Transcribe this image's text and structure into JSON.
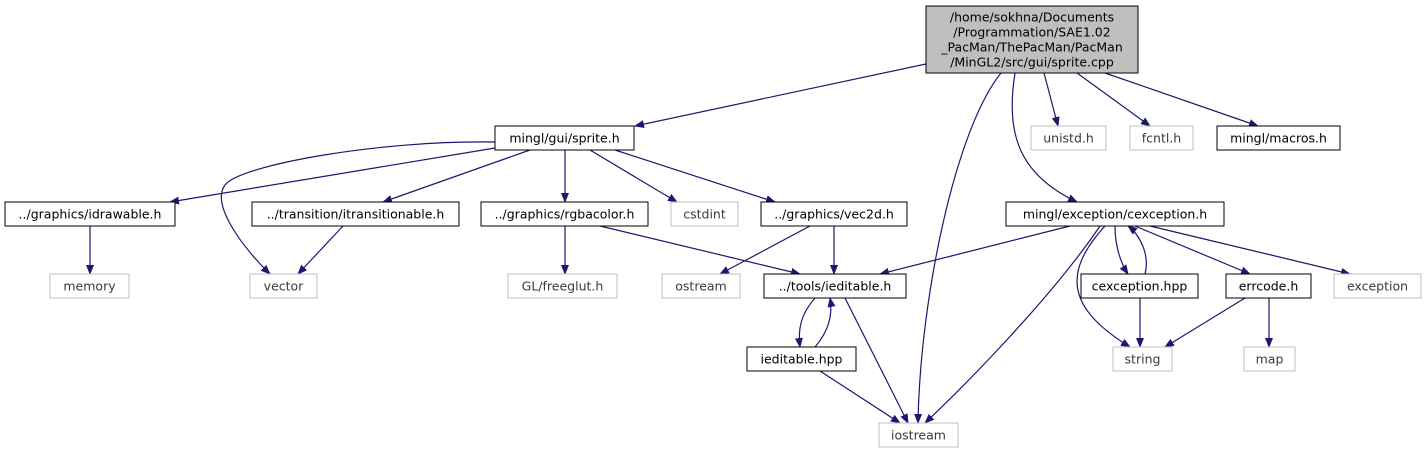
{
  "root": {
    "id": "root",
    "lines": [
      "/home/sokhna/Documents",
      "/Programmation/SAE1.02",
      "_PacMan/ThePacMan/PacMan",
      "/MinGL2/src/gui/sprite.cpp"
    ],
    "kind": "root"
  },
  "nodes": [
    {
      "id": "sprite_h",
      "label": "mingl/gui/sprite.h",
      "kind": "documented"
    },
    {
      "id": "unistd_h",
      "label": "unistd.h",
      "kind": "system"
    },
    {
      "id": "fcntl_h",
      "label": "fcntl.h",
      "kind": "system"
    },
    {
      "id": "macros_h",
      "label": "mingl/macros.h",
      "kind": "documented"
    },
    {
      "id": "idrawable_h",
      "label": "../graphics/idrawable.h",
      "kind": "documented"
    },
    {
      "id": "itransitionable_h",
      "label": "../transition/itransitionable.h",
      "kind": "documented"
    },
    {
      "id": "rgbacolor_h",
      "label": "../graphics/rgbacolor.h",
      "kind": "documented"
    },
    {
      "id": "cstdint",
      "label": "cstdint",
      "kind": "system"
    },
    {
      "id": "vec2d_h",
      "label": "../graphics/vec2d.h",
      "kind": "documented"
    },
    {
      "id": "cexception_h",
      "label": "mingl/exception/cexception.h",
      "kind": "documented"
    },
    {
      "id": "memory",
      "label": "memory",
      "kind": "system"
    },
    {
      "id": "vector",
      "label": "vector",
      "kind": "system"
    },
    {
      "id": "freeglut_h",
      "label": "GL/freeglut.h",
      "kind": "system"
    },
    {
      "id": "ostream",
      "label": "ostream",
      "kind": "system"
    },
    {
      "id": "ieditable_h",
      "label": "../tools/ieditable.h",
      "kind": "documented"
    },
    {
      "id": "cexception_hpp",
      "label": "cexception.hpp",
      "kind": "documented"
    },
    {
      "id": "errcode_h",
      "label": "errcode.h",
      "kind": "documented"
    },
    {
      "id": "exception",
      "label": "exception",
      "kind": "system"
    },
    {
      "id": "ieditable_hpp",
      "label": "ieditable.hpp",
      "kind": "documented"
    },
    {
      "id": "string",
      "label": "string",
      "kind": "system"
    },
    {
      "id": "map",
      "label": "map",
      "kind": "system"
    },
    {
      "id": "iostream",
      "label": "iostream",
      "kind": "system"
    }
  ],
  "edges": [
    {
      "from": "root",
      "to": "sprite_h"
    },
    {
      "from": "root",
      "to": "iostream"
    },
    {
      "from": "root",
      "to": "unistd_h"
    },
    {
      "from": "root",
      "to": "fcntl_h"
    },
    {
      "from": "root",
      "to": "macros_h"
    },
    {
      "from": "root",
      "to": "cexception_h"
    },
    {
      "from": "sprite_h",
      "to": "idrawable_h"
    },
    {
      "from": "sprite_h",
      "to": "itransitionable_h"
    },
    {
      "from": "sprite_h",
      "to": "rgbacolor_h"
    },
    {
      "from": "sprite_h",
      "to": "cstdint"
    },
    {
      "from": "sprite_h",
      "to": "vec2d_h"
    },
    {
      "from": "sprite_h",
      "to": "vector"
    },
    {
      "from": "idrawable_h",
      "to": "memory"
    },
    {
      "from": "itransitionable_h",
      "to": "vector"
    },
    {
      "from": "rgbacolor_h",
      "to": "freeglut_h"
    },
    {
      "from": "rgbacolor_h",
      "to": "ieditable_h"
    },
    {
      "from": "vec2d_h",
      "to": "ostream"
    },
    {
      "from": "vec2d_h",
      "to": "ieditable_h"
    },
    {
      "from": "cexception_h",
      "to": "ieditable_h"
    },
    {
      "from": "cexception_h",
      "to": "iostream"
    },
    {
      "from": "cexception_h",
      "to": "string"
    },
    {
      "from": "cexception_h",
      "to": "cexception_hpp"
    },
    {
      "from": "cexception_h",
      "to": "errcode_h"
    },
    {
      "from": "cexception_h",
      "to": "exception"
    },
    {
      "from": "cexception_hpp",
      "to": "cexception_h"
    },
    {
      "from": "cexception_hpp",
      "to": "string"
    },
    {
      "from": "errcode_h",
      "to": "string"
    },
    {
      "from": "errcode_h",
      "to": "map"
    },
    {
      "from": "ieditable_h",
      "to": "ieditable_hpp"
    },
    {
      "from": "ieditable_h",
      "to": "iostream"
    },
    {
      "from": "ieditable_hpp",
      "to": "ieditable_h"
    },
    {
      "from": "ieditable_hpp",
      "to": "iostream"
    }
  ],
  "colors": {
    "edge": "#191970",
    "root_fill": "#bfbfbf",
    "documented_border": "#000000",
    "system_border": "#bfbfbf",
    "text": "#000000"
  }
}
